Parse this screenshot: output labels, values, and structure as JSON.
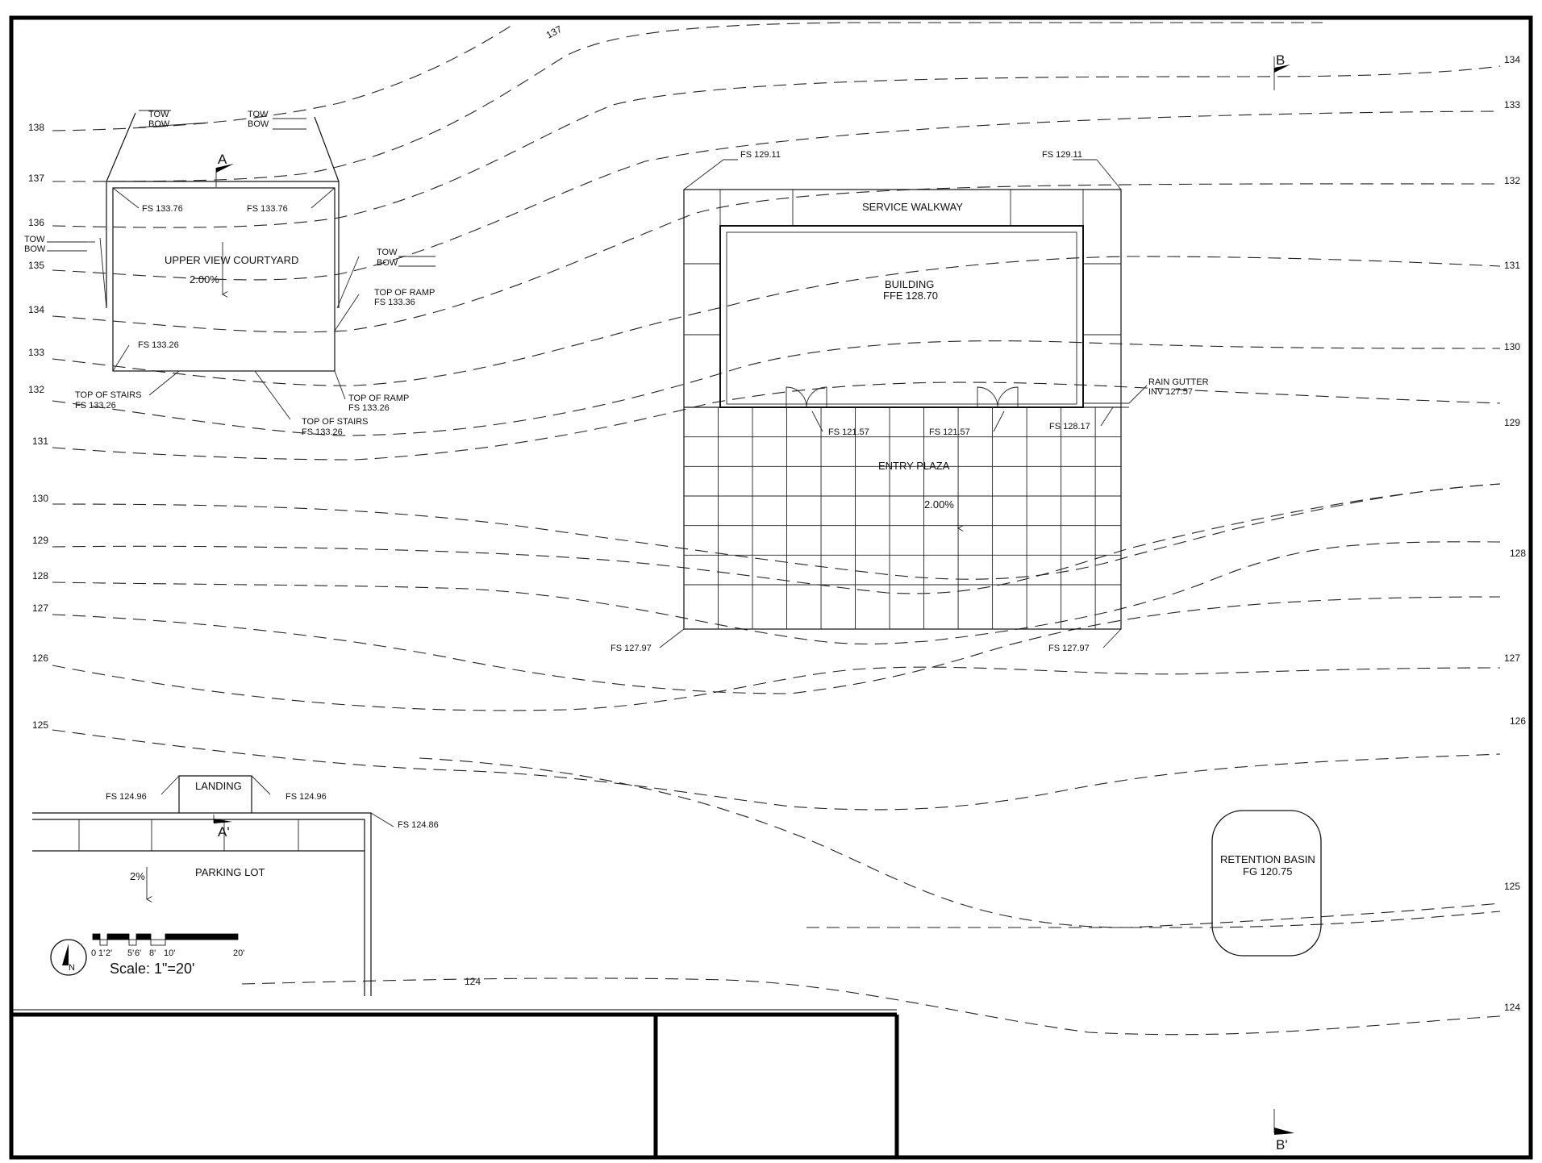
{
  "contour_labels": [
    {
      "id": "c138-l",
      "text": "138"
    },
    {
      "id": "c137-l",
      "text": "137"
    },
    {
      "id": "c136-l",
      "text": "136"
    },
    {
      "id": "c135-l",
      "text": "135"
    },
    {
      "id": "c134-l",
      "text": "134"
    },
    {
      "id": "c133-l",
      "text": "133"
    },
    {
      "id": "c132-l",
      "text": "132"
    },
    {
      "id": "c131-l",
      "text": "131"
    },
    {
      "id": "c130-l",
      "text": "130"
    },
    {
      "id": "c129-l",
      "text": "129"
    },
    {
      "id": "c128-l",
      "text": "128"
    },
    {
      "id": "c127-l",
      "text": "127"
    },
    {
      "id": "c126-l",
      "text": "126"
    },
    {
      "id": "c125-l",
      "text": "125"
    },
    {
      "id": "c137-t",
      "text": "137"
    },
    {
      "id": "c124-m",
      "text": "124"
    },
    {
      "id": "c134-r",
      "text": "134"
    },
    {
      "id": "c133-r",
      "text": "133"
    },
    {
      "id": "c132-r",
      "text": "132"
    },
    {
      "id": "c131-r",
      "text": "131"
    },
    {
      "id": "c130-r",
      "text": "130"
    },
    {
      "id": "c129-r",
      "text": "129"
    },
    {
      "id": "c128-r",
      "text": "128"
    },
    {
      "id": "c127-r",
      "text": "127"
    },
    {
      "id": "c126-r",
      "text": "126"
    },
    {
      "id": "c125-r",
      "text": "125"
    },
    {
      "id": "c124-r",
      "text": "124"
    }
  ],
  "sections": {
    "a": "A",
    "a_prime": "A'",
    "b": "B",
    "b_prime": "B'"
  },
  "courtyard": {
    "name": "UPPER VIEW COURTYARD",
    "slope": "2.00%",
    "tow": "TOW",
    "bow": "BOW",
    "fs_nw": "FS 133.76",
    "fs_ne": "FS 133.76",
    "fs_sw": "FS 133.26",
    "top_of_ramp_1": "TOP OF RAMP",
    "top_of_ramp_1_fs": "FS 133.36",
    "top_of_ramp_2": "TOP OF RAMP",
    "top_of_ramp_2_fs": "FS 133.26",
    "top_of_stairs_1": "TOP OF STAIRS",
    "top_of_stairs_1_fs": "FS 133.26",
    "top_of_stairs_2": "TOP OF STAIRS",
    "top_of_stairs_2_fs": "FS 133.26"
  },
  "building": {
    "walkway": "SERVICE WALKWAY",
    "name": "BUILDING",
    "ffe": "FFE 128.70",
    "fs_nw": "FS 129.11",
    "fs_ne": "FS 129.11",
    "fs_door_1": "FS 121.57",
    "fs_door_2": "FS 121.57",
    "fs_gutter": "FS 128.17",
    "rain_gutter": "RAIN GUTTER",
    "rain_gutter_inv": "INV 127.57",
    "plaza": "ENTRY PLAZA",
    "plaza_slope": "2.00%",
    "fs_sw": "FS 127.97",
    "fs_se": "FS 127.97"
  },
  "parking": {
    "landing": "LANDING",
    "fs_landing_l": "FS 124.96",
    "fs_landing_r": "FS 124.96",
    "fs_corner": "FS 124.86",
    "name": "PARKING LOT",
    "slope": "2%"
  },
  "basin": {
    "name": "RETENTION BASIN",
    "fg": "FG 120.75"
  },
  "legend": {
    "north": "N",
    "ticks": [
      "0",
      "1'",
      "2'",
      "5'",
      "6'",
      "8'",
      "10'",
      "20'"
    ],
    "scale": "Scale: 1\"=20'"
  }
}
